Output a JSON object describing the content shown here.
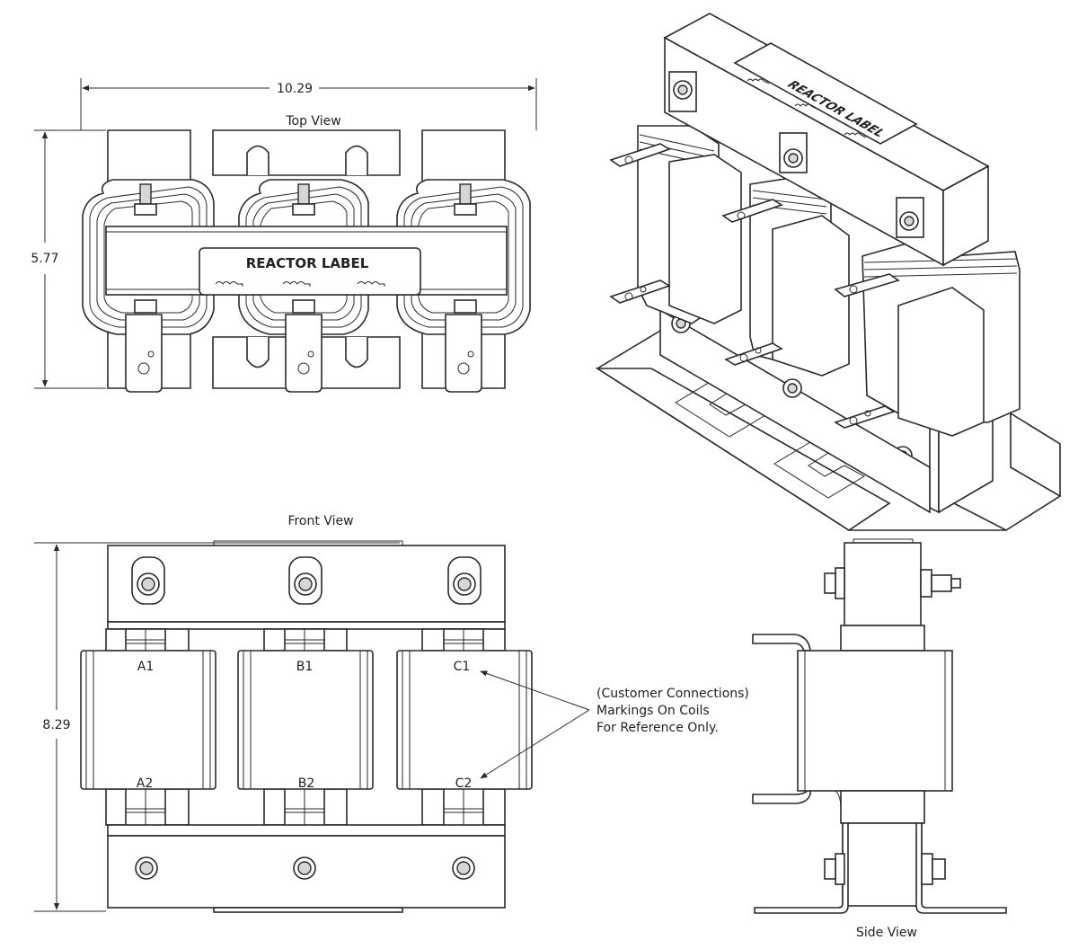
{
  "views": {
    "top_title": "Top View",
    "front_title": "Front View",
    "side_title": "Side View"
  },
  "dimensions": {
    "width": "10.29",
    "depth": "5.77",
    "height": "8.29"
  },
  "reactor_label": {
    "text": "REACTOR LABEL",
    "iso_text": "REACTOR LABEL"
  },
  "terminals": {
    "top": [
      "A1",
      "B1",
      "C1"
    ],
    "bottom": [
      "A2",
      "B2",
      "C2"
    ]
  },
  "callout": {
    "line1": "(Customer Connections)",
    "line2": "Markings On Coils",
    "line3": "For Reference Only."
  },
  "colors": {
    "line": "#2a2a2a",
    "fill": "#f7f7f7",
    "shade": "#d6d6d6"
  }
}
